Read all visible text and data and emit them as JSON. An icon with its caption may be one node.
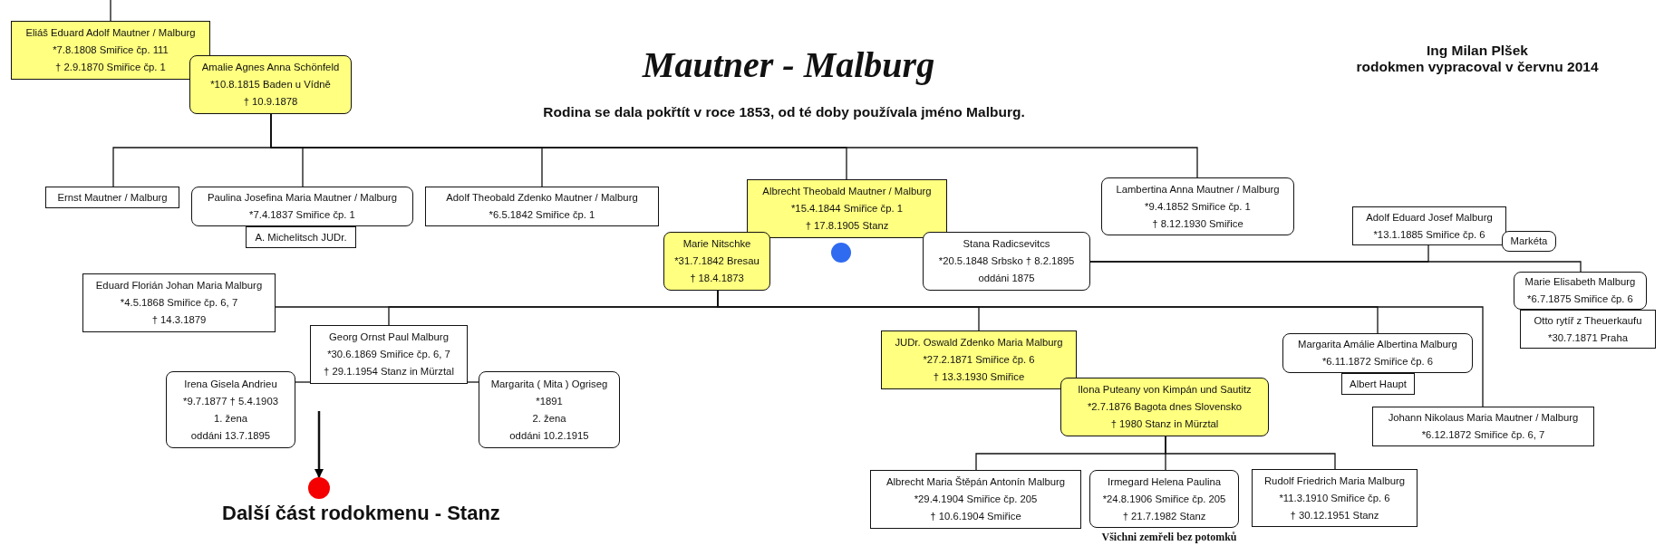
{
  "diagram": {
    "title": "Mautner - Malburg",
    "nodes": [
      {
        "text": [
          "Eliáš Eduard Adolf Mautner / Malburg",
          "*7.8.1808 Smiřice čp. 111",
          "† 2.9.1870 Smiřice čp. 1"
        ]
      },
      {
        "text": [
          "Amalie Agnes Anna Schönfeld",
          "*10.8.1815 Baden u Vídně",
          "† 10.9.1878"
        ]
      },
      {
        "text": [
          "Ernst Mautner / Malburg"
        ]
      },
      {
        "text": [
          "Paulina Josefina Maria Mautner / Malburg",
          "*7.4.1837 Smiřice čp. 1"
        ]
      },
      {
        "text": [
          "A. Michelitsch JUDr."
        ]
      },
      {
        "text": [
          "Adolf Theobald Zdenko Mautner / Malburg",
          "*6.5.1842 Smiřice čp. 1"
        ]
      },
      {
        "text": [
          "Albrecht Theobald Mautner / Malburg",
          "*15.4.1844 Smiřice čp. 1",
          "† 17.8.1905 Stanz"
        ]
      },
      {
        "text": [
          "Lambertina Anna Mautner / Malburg",
          "*9.4.1852 Smiřice čp. 1",
          "† 8.12.1930 Smiřice"
        ]
      },
      {
        "text": [
          "Marie Nitschke",
          "*31.7.1842 Bresau",
          "† 18.4.1873"
        ]
      },
      {
        "text": [
          "Stana Radicsevitcs",
          "*20.5.1848 Srbsko † 8.2.1895",
          "oddáni 1875"
        ]
      },
      {
        "text": [
          "Adolf Eduard Josef Malburg",
          "*13.1.1885 Smiřice čp. 6"
        ]
      },
      {
        "text": [
          "Markéta"
        ]
      },
      {
        "text": [
          "Eduard Florián Johan Maria Malburg",
          "*4.5.1868 Smiřice čp. 6, 7",
          "† 14.3.1879"
        ]
      },
      {
        "text": [
          "Marie Elisabeth Malburg",
          "*6.7.1875 Smiřice čp. 6"
        ]
      },
      {
        "text": [
          "Otto rytíř z Theuerkaufu",
          "*30.7.1871 Praha"
        ]
      },
      {
        "text": [
          "Georg Ornst Paul Malburg",
          "*30.6.1869 Smiřice čp. 6, 7",
          "† 29.1.1954 Stanz in Mürztal"
        ]
      },
      {
        "text": [
          "JUDr. Oswald Zdenko Maria Malburg",
          "*27.2.1871 Smiřice čp. 6",
          "† 13.3.1930 Smiřice"
        ]
      },
      {
        "text": [
          "Margarita Amálie Albertina Malburg",
          "*6.11.1872 Smiřice čp. 6"
        ]
      },
      {
        "text": [
          "Albert Haupt"
        ]
      },
      {
        "text": [
          "Irena Gisela Andrieu",
          "*9.7.1877 † 5.4.1903",
          "1. žena",
          "oddáni 13.7.1895"
        ]
      },
      {
        "text": [
          "Margarita ( Mita ) Ogriseg",
          "*1891",
          "2. žena",
          "oddáni 10.2.1915"
        ]
      },
      {
        "text": [
          "Ilona Puteany von Kimpán und Sautitz",
          "*2.7.1876 Bagota dnes Slovensko",
          "† 1980 Stanz in Mürztal"
        ]
      },
      {
        "text": [
          "Johann Nikolaus Maria Mautner / Malburg",
          "*6.12.1872 Smiřice čp. 6, 7"
        ]
      },
      {
        "text": [],
        "shape": "circle",
        "beside": [
          "Další část rodokmenu - Stanz"
        ]
      },
      {
        "text": [
          "Albrecht Maria Štěpán Antonín Malburg",
          "*29.4.1904 Smiřice čp. 205",
          "† 10.6.1904 Smiřice"
        ]
      },
      {
        "text": [
          "Irmegard Helena Paulina",
          "*24.8.1906 Smiřice čp. 205",
          "† 21.7.1982 Stanz"
        ]
      },
      {
        "text": [
          "Rudolf Friedrich Maria Malburg",
          "*11.3.1910 Smiřice čp. 6",
          "† 30.12.1951 Stanz"
        ]
      }
    ],
    "edges": [
      {
        "from": null,
        "to": 0,
        "arrow": "none"
      },
      {
        "from": 1,
        "to": 2,
        "arrow": "none"
      },
      {
        "from": 1,
        "to": 3,
        "arrow": "none"
      },
      {
        "from": 1,
        "to": 5,
        "arrow": "none"
      },
      {
        "from": 1,
        "to": 6,
        "arrow": "none"
      },
      {
        "from": 1,
        "to": 7,
        "arrow": "none"
      },
      {
        "from": 8,
        "to": 12,
        "arrow": "none"
      },
      {
        "from": 8,
        "to": 15,
        "arrow": "none"
      },
      {
        "from": 8,
        "to": 16,
        "arrow": "none"
      },
      {
        "from": 8,
        "to": 17,
        "arrow": "none"
      },
      {
        "from": 8,
        "to": 22,
        "arrow": "none"
      },
      {
        "from": 9,
        "to": 10,
        "arrow": "none"
      },
      {
        "from": 9,
        "to": 13,
        "arrow": "none"
      },
      {
        "from": 19,
        "to": 15,
        "arrow": "none"
      },
      {
        "from": 15,
        "to": 20,
        "arrow": "none"
      },
      {
        "from": 21,
        "to": 24,
        "arrow": "none"
      },
      {
        "from": 21,
        "to": 25,
        "arrow": "none"
      },
      {
        "from": 21,
        "to": 26,
        "arrow": "none"
      },
      {
        "from": null,
        "to": 23,
        "arrow": "to"
      }
    ],
    "labels": [
      "Ing Milan Plšek",
      "rodokmen vypracoval v červnu 2014",
      "Rodina se dala pokřtít v roce 1853, od té doby používala jméno Malburg.",
      "Všichni zemřeli bez potomků"
    ]
  }
}
